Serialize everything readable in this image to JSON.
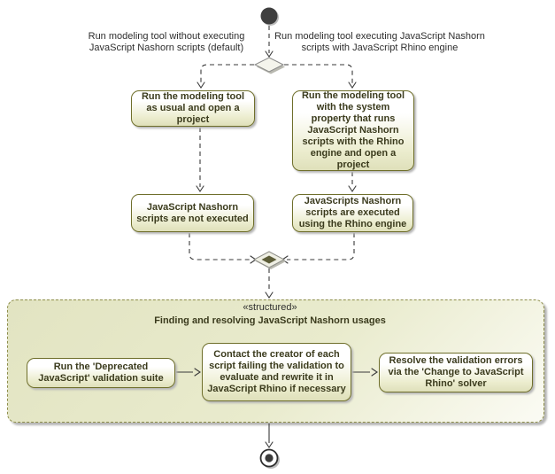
{
  "colors": {
    "background": "#ffffff",
    "activity_border": "#6f6f2b",
    "activity_fill_top": "#ffffff",
    "activity_fill_bottom": "#dfe0ba",
    "activity_text": "#3b3b1d",
    "region_fill": "#e2e4c2",
    "region_border": "#8d8d4a",
    "flow_line": "#3a3a3a",
    "guard_text": "#2e2e2e",
    "node_fill": "#3f3f3f",
    "decision_fill": "#f4f4ec",
    "decision_border": "#8a8a8a",
    "merge_inner": "#5d5d39",
    "shadow": "#b6b6b6"
  },
  "guards": {
    "left": "Run modeling tool without executing JavaScript Nashorn scripts (default)",
    "right": "Run modeling tool executing JavaScript Nashorn scripts with JavaScript Rhino engine"
  },
  "activities": {
    "run_usual": "Run the modeling tool as usual and open a project",
    "run_with_property": "Run the modeling tool with the system property that runs JavaScript Nashorn scripts with the Rhino engine and open a project",
    "not_executed": "JavaScript Nashorn scripts are not executed",
    "rhino_executed": "JavaScripts Nashorn scripts are executed using the Rhino engine"
  },
  "region": {
    "stereotype": "«structured»",
    "title": "Finding and resolving JavaScript Nashorn usages",
    "steps": {
      "validation_suite": "Run the 'Deprecated JavaScript' validation suite",
      "contact_creator": "Contact the creator of each script failing the validation to evaluate and rewrite it in JavaScript Rhino if necessary",
      "resolve_solver": "Resolve the validation errors via the 'Change to JavaScript Rhino' solver"
    }
  }
}
